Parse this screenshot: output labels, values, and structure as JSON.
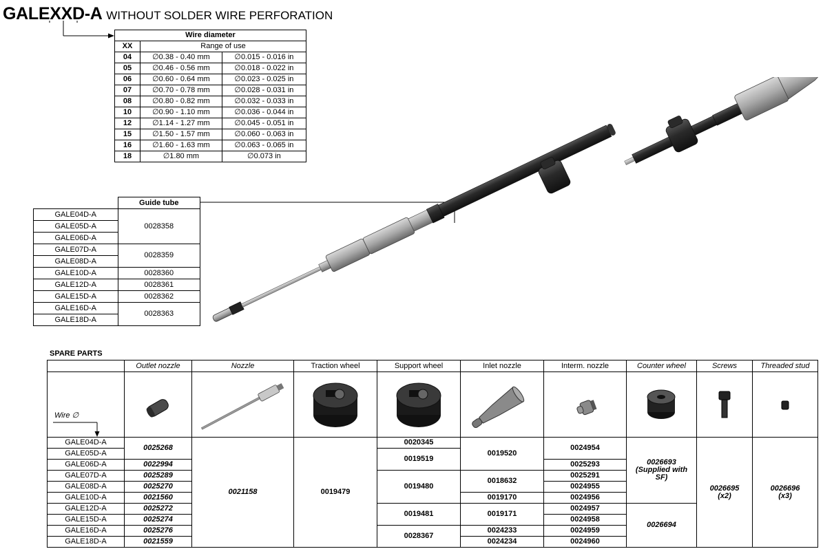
{
  "title": {
    "main": "GALEXXD-A",
    "subtitle": "WITHOUT SOLDER WIRE PERFORATION"
  },
  "wire_table": {
    "title": "Wire diameter",
    "col_xx": "XX",
    "col_range": "Range of use",
    "rows": [
      {
        "xx": "04",
        "mm": "∅0.38 - 0.40 mm",
        "inch": "∅0.015 - 0.016 in"
      },
      {
        "xx": "05",
        "mm": "∅0.46 - 0.56 mm",
        "inch": "∅0.018 - 0.022 in"
      },
      {
        "xx": "06",
        "mm": "∅0.60 - 0.64 mm",
        "inch": "∅0.023 - 0.025 in"
      },
      {
        "xx": "07",
        "mm": "∅0.70 - 0.78 mm",
        "inch": "∅0.028 - 0.031 in"
      },
      {
        "xx": "08",
        "mm": "∅0.80 - 0.82 mm",
        "inch": "∅0.032 - 0.033 in"
      },
      {
        "xx": "10",
        "mm": "∅0.90 - 1.10 mm",
        "inch": "∅0.036 - 0.044 in"
      },
      {
        "xx": "12",
        "mm": "∅1.14 - 1.27 mm",
        "inch": "∅0.045 - 0.051 in"
      },
      {
        "xx": "15",
        "mm": "∅1.50 - 1.57 mm",
        "inch": "∅0.060 - 0.063 in"
      },
      {
        "xx": "16",
        "mm": "∅1.60 - 1.63 mm",
        "inch": "∅0.063 - 0.065 in"
      },
      {
        "xx": "18",
        "mm": "∅1.80 mm",
        "inch": "∅0.073 in"
      }
    ]
  },
  "guide_table": {
    "header": "Guide tube",
    "models": [
      "GALE04D-A",
      "GALE05D-A",
      "GALE06D-A",
      "GALE07D-A",
      "GALE08D-A",
      "GALE10D-A",
      "GALE12D-A",
      "GALE15D-A",
      "GALE16D-A",
      "GALE18D-A"
    ],
    "refs": [
      "0028358",
      "0028359",
      "0028360",
      "0028361",
      "0028362",
      "0028363"
    ]
  },
  "spare_parts": {
    "label": "SPARE PARTS",
    "wire_label": "Wire ∅",
    "headers": [
      "Outlet nozzle",
      "Nozzle",
      "Traction wheel",
      "Support wheel",
      "Inlet nozzle",
      "Interm. nozzle",
      "Counter wheel",
      "Screws",
      "Threaded stud"
    ],
    "models": [
      "GALE04D-A",
      "GALE05D-A",
      "GALE06D-A",
      "GALE07D-A",
      "GALE08D-A",
      "GALE10D-A",
      "GALE12D-A",
      "GALE15D-A",
      "GALE16D-A",
      "GALE18D-A"
    ],
    "outlet": [
      "0025268",
      "0022994",
      "0025289",
      "0025270",
      "0021560",
      "0025272",
      "0025274",
      "0025276",
      "0021559"
    ],
    "nozzle": "0021158",
    "traction": "0019479",
    "support": [
      "0020345",
      "0019519",
      "0019480",
      "0019481",
      "0028367"
    ],
    "inlet": [
      "0019520",
      "0018632",
      "0019170",
      "0019171",
      "0024233",
      "0024234"
    ],
    "interm": [
      "0024954",
      "0025293",
      "0025291",
      "0024955",
      "0024956",
      "0024957",
      "0024958",
      "0024959",
      "0024960"
    ],
    "counter": [
      "0026693",
      "(Supplied with",
      "SF)",
      "0026694"
    ],
    "screws": [
      "0026695",
      "(x2)"
    ],
    "stud": [
      "0026696",
      "(x3)"
    ]
  }
}
